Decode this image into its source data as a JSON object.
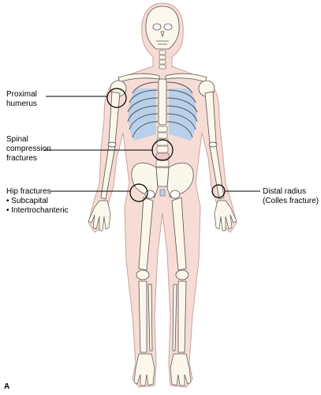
{
  "labels": {
    "proximal_humerus": [
      "Proximal",
      "humerus"
    ],
    "spinal": [
      "Spinal",
      "compression",
      "fractures"
    ],
    "hip": [
      "Hip fractures",
      "• Subcapital",
      "• Intertrochanteric"
    ],
    "distal_radius": [
      "Distal radius",
      "(Colles fracture)"
    ]
  },
  "panel_letter": "A",
  "colors": {
    "skin": "#f6dcd5",
    "skin_edge": "#c9a49c",
    "bone": "#fbf7ea",
    "bone_edge": "#555555",
    "lung": "#b9d0ea",
    "leader": "#000000"
  }
}
